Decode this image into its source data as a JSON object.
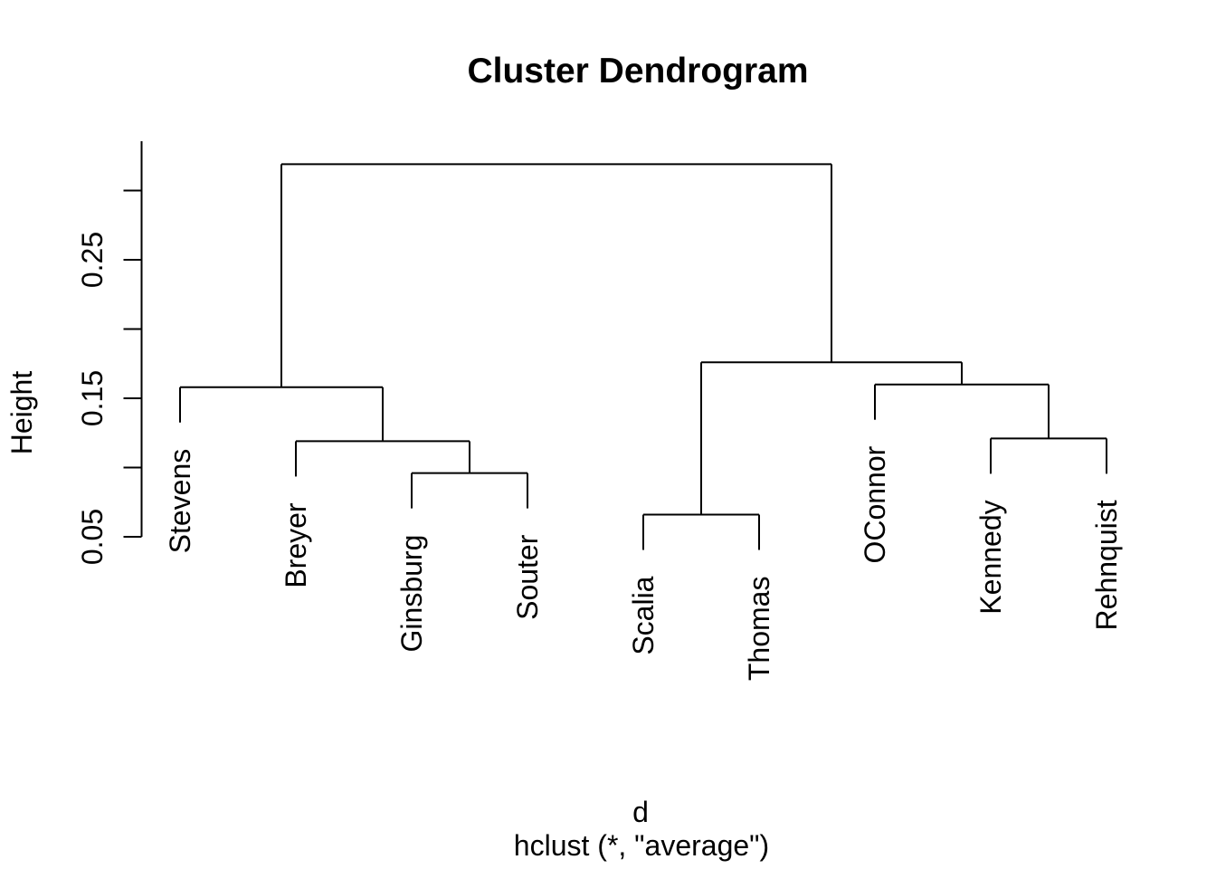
{
  "chart_data": {
    "type": "dendrogram",
    "title": "Cluster Dendrogram",
    "ylabel": "Height",
    "xlabel": "d",
    "subtitle": "hclust (*, \"average\")",
    "leaves": [
      "Stevens",
      "Breyer",
      "Ginsburg",
      "Souter",
      "Scalia",
      "Thomas",
      "OConnor",
      "Kennedy",
      "Rehnquist"
    ],
    "merges": [
      {
        "a": -5,
        "b": -6,
        "height": 0.066
      },
      {
        "a": -3,
        "b": -4,
        "height": 0.096
      },
      {
        "a": -2,
        "b": 2,
        "height": 0.119
      },
      {
        "a": -8,
        "b": -9,
        "height": 0.121
      },
      {
        "a": -1,
        "b": 3,
        "height": 0.158
      },
      {
        "a": -7,
        "b": 4,
        "height": 0.16
      },
      {
        "a": 1,
        "b": 6,
        "height": 0.176
      },
      {
        "a": 5,
        "b": 7,
        "height": 0.319
      }
    ],
    "axis": {
      "ylim": [
        0.05,
        0.336
      ],
      "ticks": [
        {
          "value": 0.05,
          "label": "0.05"
        },
        {
          "value": 0.1,
          "label": ""
        },
        {
          "value": 0.15,
          "label": "0.15"
        },
        {
          "value": 0.2,
          "label": ""
        },
        {
          "value": 0.25,
          "label": "0.25"
        },
        {
          "value": 0.3,
          "label": ""
        }
      ]
    },
    "colors": {
      "line": "#000000",
      "text": "#000000",
      "background": "#ffffff"
    }
  }
}
